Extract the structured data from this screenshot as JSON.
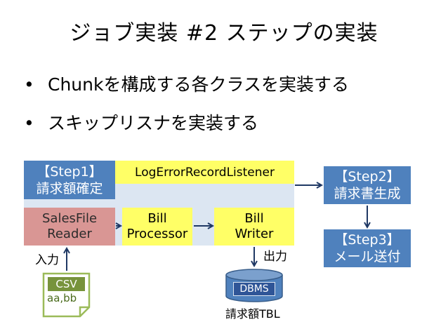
{
  "slide": {
    "title": "ジョブ実装 #2 ステップの実装",
    "bullets": [
      "Chunkを構成する各クラスを実装する",
      "スキップリスナを実装する"
    ],
    "bullet_symbol": "•"
  },
  "diagram": {
    "step1": {
      "tag": "【Step1】",
      "name": "請求額確定"
    },
    "listener": "LogErrorRecordListener",
    "reader": {
      "line1": "SalesFile",
      "line2": "Reader"
    },
    "processor": {
      "line1": "Bill",
      "line2": "Processor"
    },
    "writer": {
      "line1": "Bill",
      "line2": "Writer"
    },
    "step2": {
      "tag": "【Step2】",
      "name": "請求書生成"
    },
    "step3": {
      "tag": "【Step3】",
      "name": "メール送付"
    },
    "input_label": "入力",
    "output_label": "出力",
    "csv": {
      "label": "CSV",
      "content": "aa,bb"
    },
    "db": {
      "label": "DBMS",
      "table": "請求額TBL"
    }
  },
  "colors": {
    "step_blue": "#4f81bd",
    "step_band": "#dce6f2",
    "yellow": "#ffff66",
    "reader_pink": "#d99694",
    "csv_green": "#77933c",
    "csv_border": "#9bbb59",
    "arrow": "#1f3864"
  }
}
